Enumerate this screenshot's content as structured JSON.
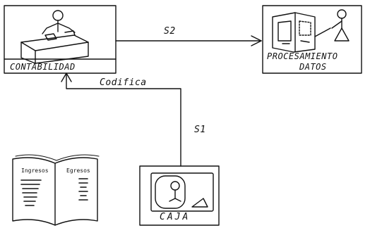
{
  "nodes": {
    "contabilidad": {
      "label": "CONTABILIDAD",
      "icon": "desk-clerk-icon"
    },
    "procesamiento": {
      "label_line1": "PROCESAMIENTO",
      "label_line2": "DATOS",
      "icon": "computer-operator-icon"
    },
    "caja": {
      "label": "CAJA",
      "icon": "cashier-window-icon"
    },
    "libro": {
      "left_page": "Ingresos",
      "right_page": "Egresos",
      "icon": "open-ledger-icon"
    }
  },
  "edges": {
    "s2": {
      "label": "S2",
      "from": "contabilidad",
      "to": "procesamiento"
    },
    "s1": {
      "label": "S1",
      "from": "caja",
      "to": "contabilidad"
    },
    "codifica": {
      "label": "Codifica"
    }
  },
  "colors": {
    "ink": "#111111",
    "background": "#ffffff"
  }
}
